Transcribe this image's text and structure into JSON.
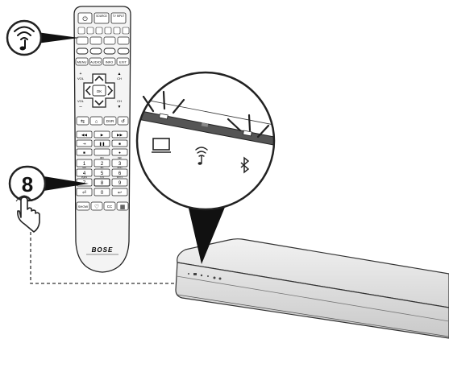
{
  "remote": {
    "top_row": [
      "⏻",
      "SOURCE",
      "TV INPUT"
    ],
    "nav_row": [
      "MENU",
      "AUDIO",
      "INFO",
      "EXIT"
    ],
    "vol_label": "VOL",
    "ch_label": "CH",
    "ok_label": "OK",
    "mode_row": [
      "⇆",
      "⌂",
      "DVR",
      "↺"
    ],
    "keypad": [
      "1",
      "2",
      "3",
      "4",
      "5",
      "6",
      "7",
      "8",
      "9",
      "⏎",
      "0",
      "↩"
    ],
    "keypad_sub": [
      "",
      "ABC",
      "DEF",
      "GHI",
      "JKL",
      "MNO",
      "PQRS",
      "TUV",
      "WXYZ",
      "",
      "",
      ""
    ],
    "bottom_row": [
      "SHOW",
      "♡",
      "CC",
      "▦"
    ],
    "brand": "BOSE"
  },
  "callouts": {
    "preset_number": "8"
  },
  "colors": {
    "stroke": "#222222",
    "remote_body": "#f4f4f4",
    "soundbar_body": "#e4e4e4",
    "dashed_line": "#333333"
  },
  "icons": [
    "wifi-music-icon",
    "finger-press-icon",
    "tv-icon",
    "bluetooth-icon",
    "indicator-light-icon"
  ]
}
